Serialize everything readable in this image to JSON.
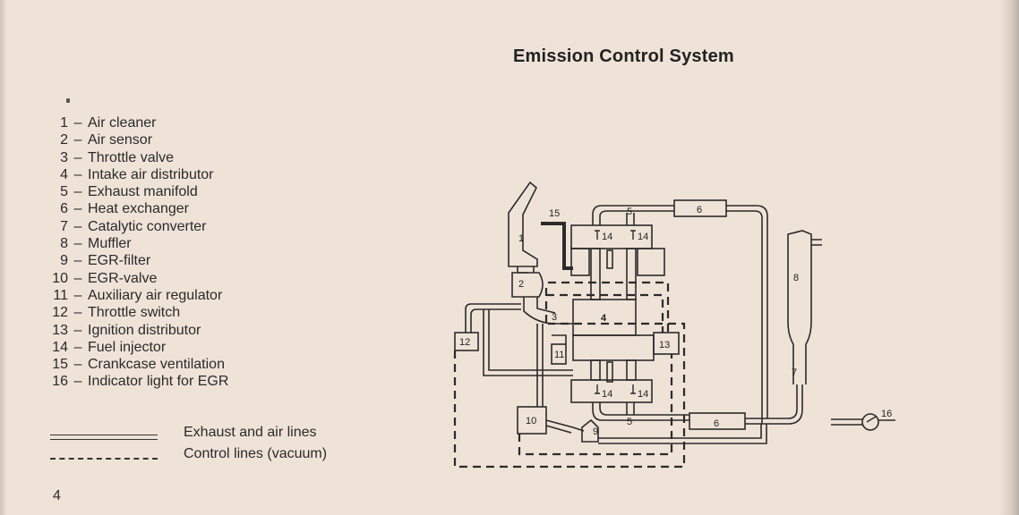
{
  "title": "Emission Control System",
  "legend": [
    {
      "num": "1",
      "label": "Air cleaner"
    },
    {
      "num": "2",
      "label": "Air sensor"
    },
    {
      "num": "3",
      "label": "Throttle valve"
    },
    {
      "num": "4",
      "label": "Intake air distributor"
    },
    {
      "num": "5",
      "label": "Exhaust manifold"
    },
    {
      "num": "6",
      "label": "Heat exchanger"
    },
    {
      "num": "7",
      "label": "Catalytic converter"
    },
    {
      "num": "8",
      "label": "Muffler"
    },
    {
      "num": "9",
      "label": "EGR-filter"
    },
    {
      "num": "10",
      "label": "EGR-valve"
    },
    {
      "num": "11",
      "label": "Auxiliary air regulator"
    },
    {
      "num": "12",
      "label": "Throttle switch"
    },
    {
      "num": "13",
      "label": "Ignition distributor"
    },
    {
      "num": "14",
      "label": "Fuel injector"
    },
    {
      "num": "15",
      "label": "Crankcase ventilation"
    },
    {
      "num": "16",
      "label": "Indicator light for EGR"
    }
  ],
  "line_key": {
    "exhaust_air": "Exhaust and air lines",
    "control_vacuum": "Control lines (vacuum)"
  },
  "page_number": "4",
  "diagram_labels": {
    "air_cleaner": "1",
    "air_sensor": "2",
    "throttle_valve": "3",
    "intake_distributor": "4",
    "exhaust_manifold_top": "5",
    "exhaust_manifold_bottom": "5",
    "heat_exchanger_top": "6",
    "heat_exchanger_bottom": "6",
    "catalytic_converter": "7",
    "muffler": "8",
    "egr_filter": "9",
    "egr_valve": "10",
    "aux_air_regulator": "11",
    "throttle_switch": "12",
    "ignition_distributor": "13",
    "injector_1": "14",
    "injector_2": "14",
    "injector_3": "14",
    "injector_4": "14",
    "crankcase_ventilation": "15",
    "indicator_light": "16"
  }
}
